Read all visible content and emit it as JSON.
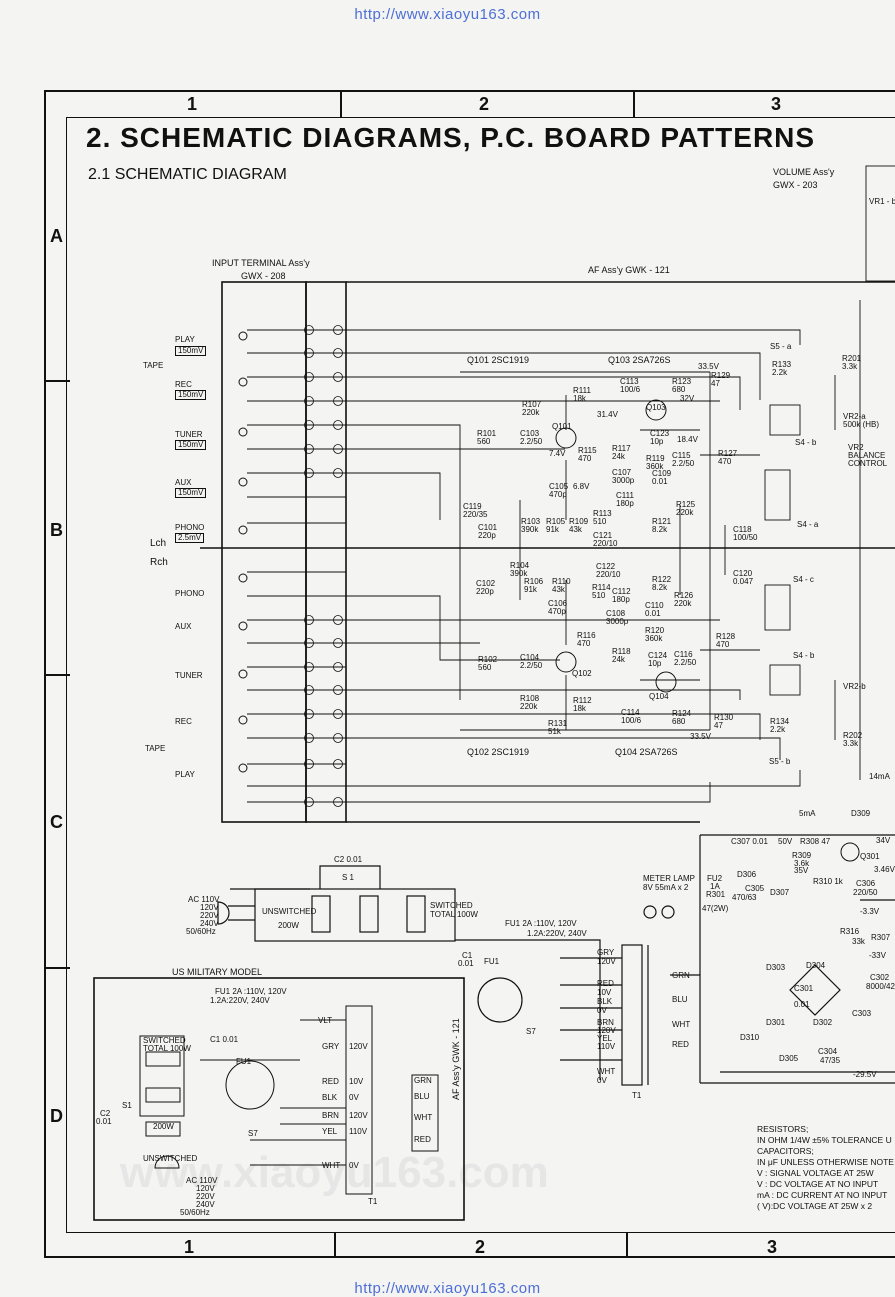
{
  "watermark": {
    "url_top": "http://www.xiaoyu163.com",
    "url_bottom": "http://www.xiaoyu163.com",
    "bg_text": "www.xiaoyu163.com"
  },
  "grid": {
    "columns": [
      "1",
      "2",
      "3"
    ],
    "rows": [
      "A",
      "B",
      "C",
      "D"
    ]
  },
  "title": "2. SCHEMATIC  DIAGRAMS, P.C. BOARD PATTERNS",
  "subtitle": "2.1  SCHEMATIC DIAGRAM",
  "assemblies": {
    "volume": "VOLUME  Ass'y",
    "volume_no": "GWX - 203",
    "input_terminal": "INPUT  TERMINAL  Ass'y",
    "input_terminal_no": "GWX - 208",
    "af": "AF Ass'y  GWK - 121",
    "af_vertical": "AF Ass'y  GWK - 121",
    "us_military": "US MILITARY MODEL"
  },
  "inputs": {
    "play": "PLAY",
    "play_level": "150mV",
    "tape": "TAPE",
    "rec": "REC",
    "rec_level": "150mV",
    "tuner": "TUNER",
    "tuner_level": "150mV",
    "aux": "AUX",
    "aux_level": "150mV",
    "phono": "PHONO",
    "phono_level": "2.5mV",
    "lch": "Lch",
    "rch": "Rch",
    "phono2": "PHONO",
    "aux2": "AUX",
    "tuner2": "TUNER",
    "rec2": "REC",
    "tape2": "TAPE",
    "play2": "PLAY"
  },
  "transistors": {
    "q101_pair": "Q101 2SC1919",
    "q103_pair": "Q103  2SA726S",
    "q102_pair": "Q102  2SC1919",
    "q104_pair": "Q104  2SA726S",
    "q101": "Q101",
    "q103": "Q103",
    "q102": "Q102",
    "q104": "Q104",
    "q301": "Q301"
  },
  "components": [
    {
      "t": "R111",
      "v": "18k"
    },
    {
      "t": "C113",
      "v": "100/6"
    },
    {
      "t": "R123",
      "v": "680"
    },
    {
      "t": "R107",
      "v": "220k"
    },
    {
      "t": "R101",
      "v": "560"
    },
    {
      "t": "C103",
      "v": "2.2/50"
    },
    {
      "t": "R115",
      "v": "470"
    },
    {
      "t": "R117",
      "v": "24k"
    },
    {
      "t": "R119",
      "v": "360k"
    },
    {
      "t": "C107",
      "v": "3000p"
    },
    {
      "t": "C109",
      "v": "0.01"
    },
    {
      "t": "C111",
      "v": "180p"
    },
    {
      "t": "C115",
      "v": "2.2/50"
    },
    {
      "t": "R127",
      "v": "470"
    },
    {
      "t": "C105",
      "v": "470p"
    },
    {
      "t": "R113",
      "v": "510"
    },
    {
      "t": "R121",
      "v": "8.2k"
    },
    {
      "t": "R125",
      "v": "220k"
    },
    {
      "t": "C118",
      "v": "100/50"
    },
    {
      "t": "C121",
      "v": "220/10"
    },
    {
      "t": "C122",
      "v": "220/10"
    },
    {
      "t": "C120",
      "v": "0.047"
    },
    {
      "t": "C101",
      "v": "220p"
    },
    {
      "t": "C102",
      "v": "220p"
    },
    {
      "t": "R103",
      "v": "390k"
    },
    {
      "t": "R104",
      "v": "390k"
    },
    {
      "t": "R105",
      "v": "91k"
    },
    {
      "t": "R106",
      "v": "91k"
    },
    {
      "t": "R109",
      "v": "43k"
    },
    {
      "t": "R110",
      "v": "43k"
    },
    {
      "t": "R114",
      "v": "510"
    },
    {
      "t": "C112",
      "v": "180p"
    },
    {
      "t": "R122",
      "v": "8.2k"
    },
    {
      "t": "R126",
      "v": "220k"
    },
    {
      "t": "C106",
      "v": "470p"
    },
    {
      "t": "C108",
      "v": "3000p"
    },
    {
      "t": "C110",
      "v": "0.01"
    },
    {
      "t": "R120",
      "v": "360k"
    },
    {
      "t": "R116",
      "v": "470"
    },
    {
      "t": "R118",
      "v": "24k"
    },
    {
      "t": "C124",
      "v": "10p"
    },
    {
      "t": "C116",
      "v": "2.2/50"
    },
    {
      "t": "R128",
      "v": "470"
    },
    {
      "t": "R102",
      "v": "560"
    },
    {
      "t": "C104",
      "v": "2.2/50"
    },
    {
      "t": "R108",
      "v": "220k"
    },
    {
      "t": "R112",
      "v": "18k"
    },
    {
      "t": "C114",
      "v": "100/6"
    },
    {
      "t": "R124",
      "v": "680"
    },
    {
      "t": "R131",
      "v": "51k"
    },
    {
      "t": "R130",
      "v": "47"
    },
    {
      "t": "R129",
      "v": "47"
    },
    {
      "t": "C123",
      "v": "10p"
    },
    {
      "t": "C119",
      "v": "220/35"
    },
    {
      "t": "R133",
      "v": "2.2k"
    },
    {
      "t": "R134",
      "v": "2.2k"
    },
    {
      "t": "R201",
      "v": "3.3k"
    },
    {
      "t": "R202",
      "v": "3.3k"
    },
    {
      "t": "VR2-a",
      "v": "500k (HB)"
    },
    {
      "t": "VR2-b",
      "v": ""
    }
  ],
  "voltages": {
    "v335a": "33.5V",
    "v314": "31.4V",
    "v32": "32V",
    "v184": "18.4V",
    "v74": "7.4V",
    "v68": "6.8V",
    "v335b": "33.5V"
  },
  "switches": {
    "s5a": "S5 - a",
    "s4b": "S4 - b",
    "s4a": "S4 - a",
    "s4c": "S4 - c",
    "s4b2": "S4 - b",
    "s5b": "S5 - b",
    "vr1b": "VR1 - b",
    "vr2": "VR2",
    "balance": "BALANCE",
    "control": "CONTROL"
  },
  "power": {
    "c2": "C2 0.01",
    "s1": "S 1",
    "ac": "AC 110V",
    "ac_v1": "120V",
    "ac_v2": "220V",
    "ac_v3": "240V",
    "hz": "50/60Hz",
    "unswitched": "UNSWITCHED",
    "unswitched_w": "200W",
    "switched": "SWITCHED",
    "switched_total": "TOTAL 100W",
    "fu1_main": "FU1  2A  :110V, 120V",
    "fu1_main2": "1.2A:220V, 240V",
    "c1": "C1",
    "c1v": "0.01",
    "fu1": "FU1",
    "s7": "S7",
    "gry": "GRY",
    "v120": "120V",
    "red": "RED",
    "v10": "10V",
    "blk": "BLK",
    "v0": "0V",
    "brn": "BRN",
    "v120b": "120V",
    "yel": "YEL",
    "v110": "110V",
    "wht": "WHT",
    "v0b": "0V",
    "grn": "GRN",
    "blu": "BLU",
    "wht2": "WHT",
    "red2": "RED",
    "t1": "T1",
    "meter": "METER LAMP",
    "meter2": "8V  55mA x 2",
    "fu2": "FU2",
    "fu2v": "1A",
    "r301": "R301",
    "r301v": "47(2W)",
    "c305": "C305",
    "c305v": "470/63",
    "d306": "D306",
    "d307": "D307",
    "c307": "C307  0.01",
    "v50": "50V",
    "r308": "R308  47",
    "r309": "R309",
    "r309v": "3.6k",
    "v35": "35V",
    "r310": "R310  1k",
    "c306": "C306",
    "c306v": "220/50",
    "v34": "34V",
    "v346": "3.46V",
    "ma5": "5mA",
    "d309": "D309",
    "ma14": "14mA",
    "r316": "R316",
    "r316v": "33k",
    "r307": "R307",
    "v33": "-3.3V",
    "v33b": "-33V",
    "d303": "D303",
    "d304": "D304",
    "c301": "C301",
    "c301v": "0.01",
    "d301": "D301",
    "d302": "D302",
    "d310": "D310",
    "d305": "D305",
    "c304": "C304",
    "c304v": "47/35",
    "v295": "-29.5V",
    "c302": "C302",
    "c302v": "8000/42",
    "c303": "C303"
  },
  "military": {
    "fu1": "FU1  2A  :110V, 120V",
    "fu1b": "1.2A:220V, 240V",
    "switched": "SWITCHED",
    "total": "TOTAL 100W",
    "c1": "C1 0.01",
    "fu1s": "FU1",
    "s7": "S7",
    "c2": "C2",
    "c2v": "0.01",
    "s1": "S1",
    "w200": "200W",
    "unswitched": "UNSWITCHED",
    "ac": "AC 110V",
    "ac1": "120V",
    "ac2": "220V",
    "ac3": "240V",
    "hz": "50/60Hz",
    "vlt": "VLT",
    "gry": "GRY",
    "v120": "120V",
    "red": "RED",
    "v10": "10V",
    "blk": "BLK",
    "v0": "0V",
    "brn": "BRN",
    "v120b": "120V",
    "yel": "YEL",
    "v110": "110V",
    "wht": "WHT",
    "v0b": "0V",
    "grn": "GRN",
    "blu": "BLU",
    "wht2": "WHT",
    "red2": "RED",
    "t1": "T1"
  },
  "notes": {
    "l1": "RESISTORS;",
    "l2": "IN OHM 1/4W ±5% TOLERANCE U",
    "l3": "CAPACITORS;",
    "l4": "IN μF UNLESS OTHERWISE NOTE",
    "l5": "V : SIGNAL VOLTAGE AT 25W",
    "l6": "V : DC VOLTAGE AT NO INPUT",
    "l7": "mA : DC CURRENT AT NO INPUT",
    "l8": "( V):DC  VOLTAGE AT 25W x 2"
  }
}
